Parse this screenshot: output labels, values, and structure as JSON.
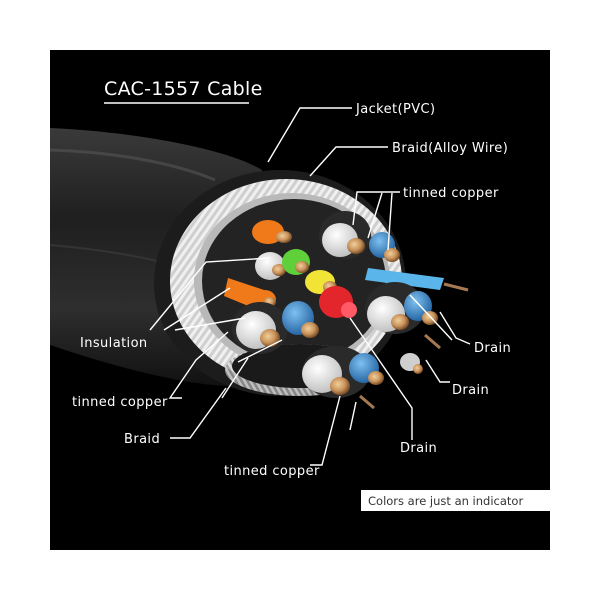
{
  "title": "CAC-1557 Cable",
  "labels": {
    "jacket": "Jacket(PVC)",
    "braid_alloy": "Braid(Alloy Wire)",
    "tinned_copper_top": "tinned copper",
    "insulation": "Insulation",
    "tinned_copper_left": "tinned copper",
    "braid": "Braid",
    "tinned_copper_bottom": "tinned copper",
    "drain_1": "Drain",
    "drain_2": "Drain",
    "drain_3": "Drain"
  },
  "note": "Colors are just an indicator",
  "colors": {
    "background": "#000000",
    "jacket": "#2b2b2b",
    "braid": "#d8d8d8",
    "pair_insulation": "#3f8fd6",
    "core_white": "#f4f4f4",
    "copper": "#c9935c",
    "orange": "#f07a1a",
    "green": "#5fcf3a",
    "yellow": "#f2e437",
    "red": "#e3262b",
    "light_blue": "#5ab6ea"
  }
}
